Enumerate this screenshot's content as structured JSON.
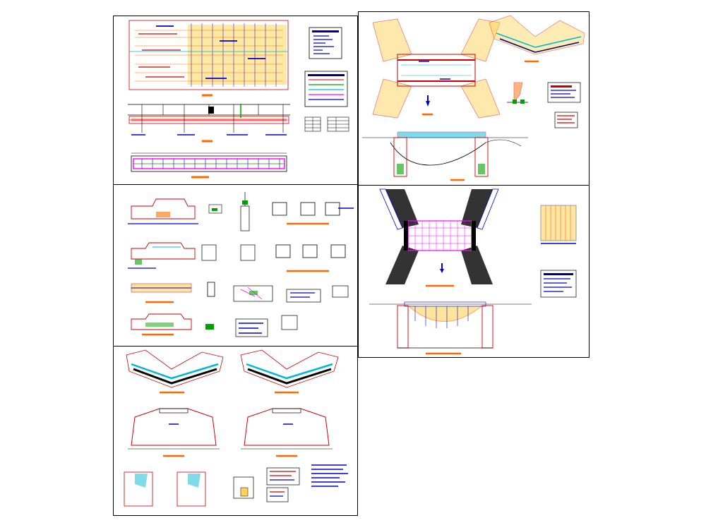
{
  "drawing": {
    "sheets": [
      {
        "id": "sheet-1",
        "content": "bridge-elevation-plan-sections"
      },
      {
        "id": "sheet-2",
        "content": "wingwall-plan-and-profile"
      },
      {
        "id": "sheet-3",
        "content": "details-sections"
      },
      {
        "id": "sheet-4",
        "content": "deck-plan-and-arch-profile"
      },
      {
        "id": "sheet-5",
        "content": "wingwall-foundations-and-details"
      }
    ],
    "palette": {
      "red": "#cc0000",
      "blue": "#0000cc",
      "navy": "#000080",
      "orange": "#ff6a00",
      "yellow": "#ffd35a",
      "green": "#00a000",
      "cyan": "#00b8d0",
      "magenta": "#ff00ff",
      "black": "#000000",
      "gray": "#8c8c8c"
    }
  }
}
